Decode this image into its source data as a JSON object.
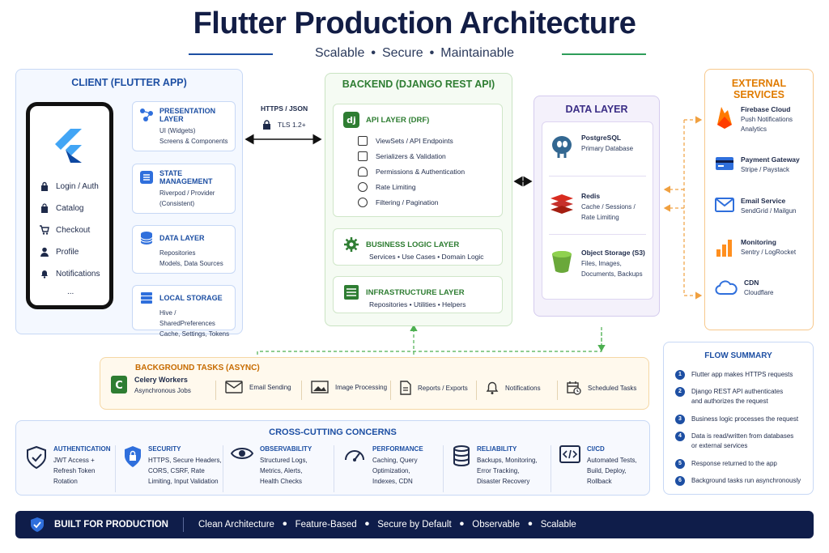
{
  "header": {
    "title": "Flutter Production Architecture",
    "tagline": [
      "Scalable",
      "Secure",
      "Maintainable"
    ]
  },
  "client": {
    "title": "CLIENT (FLUTTER APP)",
    "phone_items": [
      "Login / Auth",
      "Catalog",
      "Checkout",
      "Profile",
      "Notifications",
      "..."
    ],
    "layers": [
      {
        "title": "PRESENTATION LAYER",
        "desc1": "UI (Widgets)",
        "desc2": "Screens & Components"
      },
      {
        "title": "STATE MANAGEMENT",
        "desc1": "Riverpod / Provider",
        "desc2": "(Consistent)"
      },
      {
        "title": "DATA LAYER",
        "desc1": "Repositories",
        "desc2": "Models, Data Sources"
      },
      {
        "title": "LOCAL STORAGE",
        "desc1": "Hive / SharedPreferences",
        "desc2": "Cache, Settings, Tokens"
      }
    ]
  },
  "connection": {
    "protocol": "HTTPS / JSON",
    "tls": "TLS 1.2+"
  },
  "backend": {
    "title": "BACKEND (DJANGO REST API)",
    "api_layer": {
      "title": "API LAYER (DRF)",
      "items": [
        "ViewSets / API Endpoints",
        "Serializers & Validation",
        "Permissions & Authentication",
        "Rate Limiting",
        "Filtering / Pagination"
      ]
    },
    "business": {
      "title": "BUSINESS LOGIC LAYER",
      "desc": "Services • Use Cases • Domain Logic"
    },
    "infra": {
      "title": "INFRASTRUCTURE LAYER",
      "desc": "Repositories • Utilities • Helpers"
    }
  },
  "data_layer": {
    "title": "DATA LAYER",
    "items": [
      {
        "title": "PostgreSQL",
        "desc1": "Primary Database",
        "desc2": "",
        "desc3": ""
      },
      {
        "title": "Redis",
        "desc1": "Cache / Sessions /",
        "desc2": "Rate Limiting",
        "desc3": ""
      },
      {
        "title": "Object Storage (S3)",
        "desc1": "Files, Images,",
        "desc2": "Documents, Backups",
        "desc3": ""
      }
    ]
  },
  "external": {
    "title": "EXTERNAL SERVICES",
    "items": [
      {
        "title": "Firebase Cloud",
        "desc1": "Push Notifications",
        "desc2": "Analytics"
      },
      {
        "title": "Payment Gateway",
        "desc1": "Stripe / Paystack",
        "desc2": ""
      },
      {
        "title": "Email Service",
        "desc1": "SendGrid / Mailgun",
        "desc2": ""
      },
      {
        "title": "Monitoring",
        "desc1": "Sentry / LogRocket",
        "desc2": ""
      },
      {
        "title": "CDN",
        "desc1": "Cloudflare",
        "desc2": ""
      }
    ]
  },
  "background": {
    "title": "BACKGROUND TASKS (ASYNC)",
    "worker": {
      "title": "Celery Workers",
      "desc": "Asynchronous Jobs"
    },
    "tasks": [
      "Email Sending",
      "Image Processing",
      "Reports / Exports",
      "Notifications",
      "Scheduled Tasks"
    ]
  },
  "flow": {
    "title": "FLOW SUMMARY",
    "steps": [
      {
        "n": "1",
        "line1": "Flutter app makes HTTPS requests",
        "line2": ""
      },
      {
        "n": "2",
        "line1": "Django REST API authenticates",
        "line2": "and authorizes the request"
      },
      {
        "n": "3",
        "line1": "Business logic processes the request",
        "line2": ""
      },
      {
        "n": "4",
        "line1": "Data is read/written from databases",
        "line2": "or external services"
      },
      {
        "n": "5",
        "line1": "Response returned to the app",
        "line2": ""
      },
      {
        "n": "6",
        "line1": "Background tasks run asynchronously",
        "line2": ""
      }
    ]
  },
  "cross_cutting": {
    "title": "CROSS-CUTTING CONCERNS",
    "items": [
      {
        "title": "AUTHENTICATION",
        "d1": "JWT Access +",
        "d2": "Refresh Token",
        "d3": "Rotation"
      },
      {
        "title": "SECURITY",
        "d1": "HTTPS, Secure Headers,",
        "d2": "CORS, CSRF, Rate",
        "d3": "Limiting, Input Validation"
      },
      {
        "title": "OBSERVABILITY",
        "d1": "Structured Logs,",
        "d2": "Metrics, Alerts,",
        "d3": "Health Checks"
      },
      {
        "title": "PERFORMANCE",
        "d1": "Caching, Query",
        "d2": "Optimization,",
        "d3": "Indexes, CDN"
      },
      {
        "title": "RELIABILITY",
        "d1": "Backups, Monitoring,",
        "d2": "Error Tracking,",
        "d3": "Disaster Recovery"
      },
      {
        "title": "CI/CD",
        "d1": "Automated Tests,",
        "d2": "Build, Deploy,",
        "d3": "Rollback"
      }
    ]
  },
  "banner": {
    "title": "BUILT FOR PRODUCTION",
    "items": [
      "Clean Architecture",
      "Feature-Based",
      "Secure by Default",
      "Observable",
      "Scalable"
    ]
  },
  "colors": {
    "navy": "#121d45",
    "blue": "#1d4fa3",
    "green": "#2e7d32",
    "orange": "#e07b00",
    "purple": "#3b2e86"
  }
}
